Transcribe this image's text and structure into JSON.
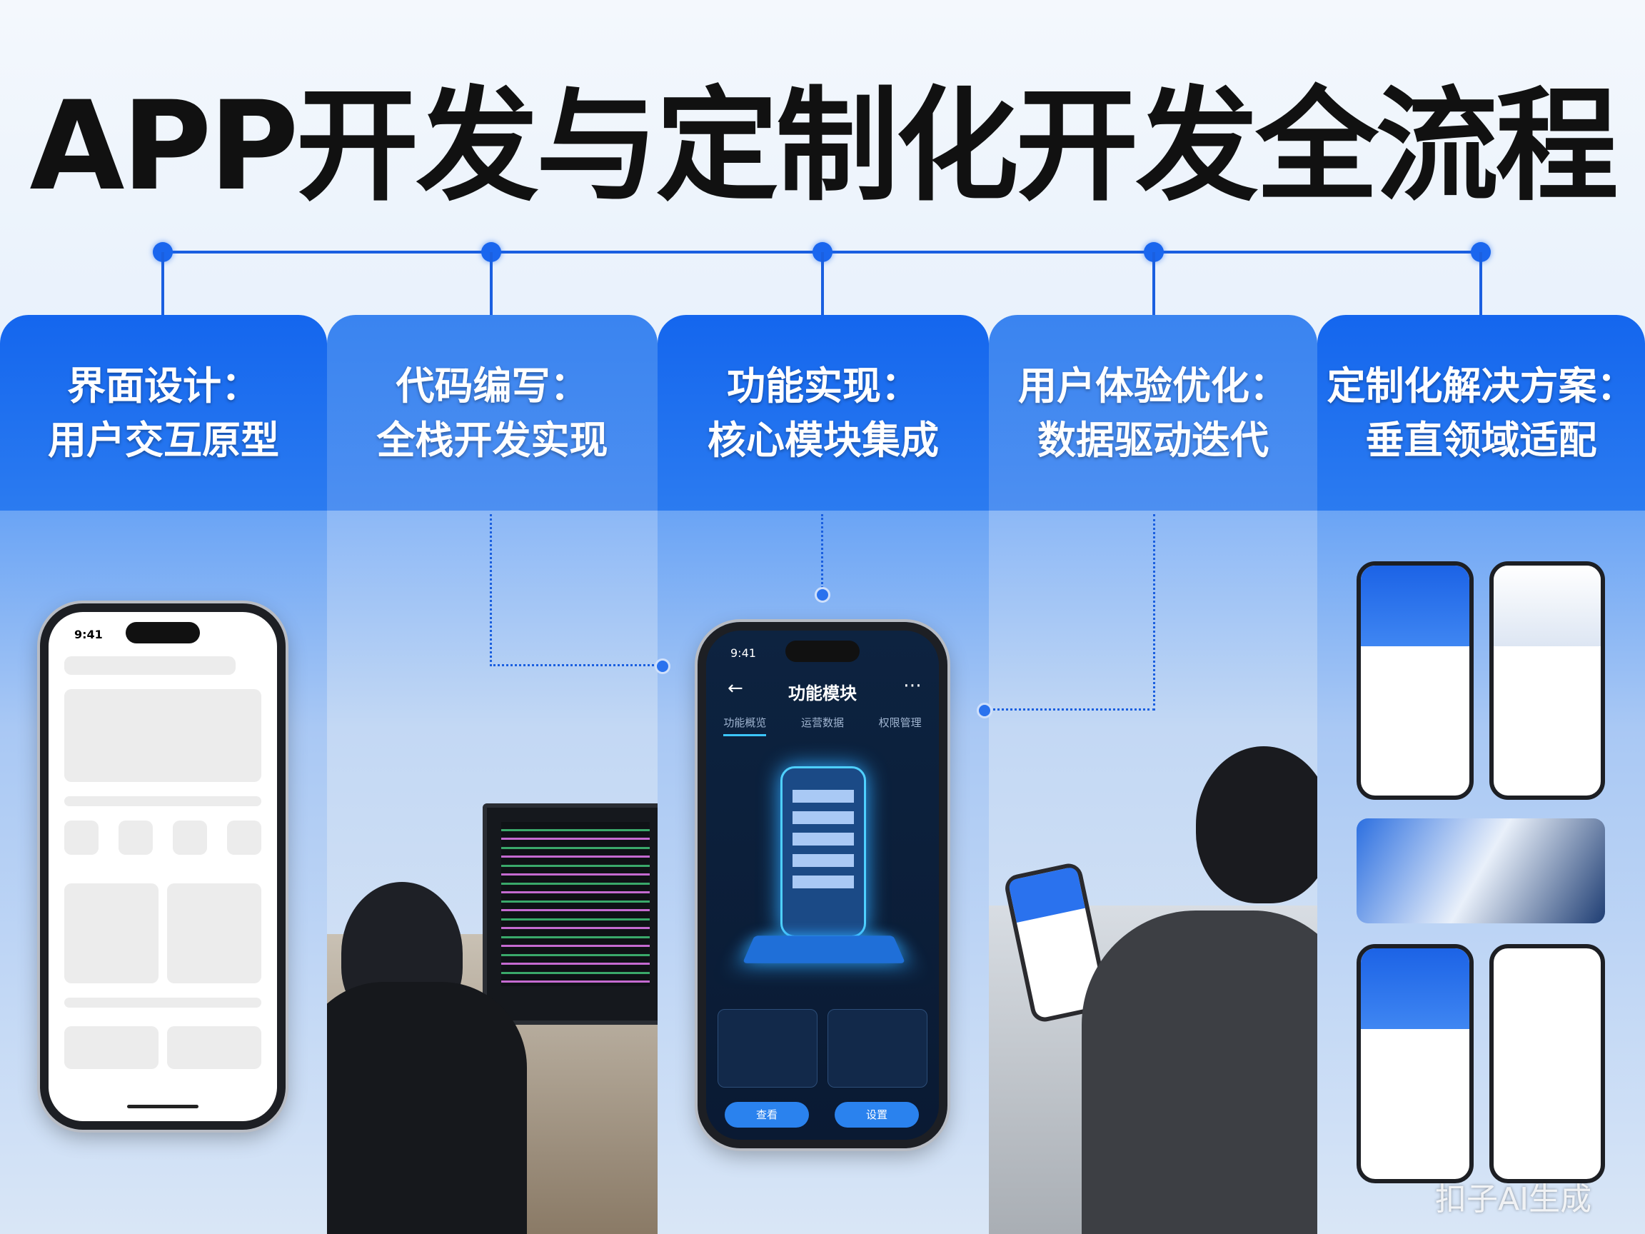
{
  "title": "APP开发与定制化开发全流程",
  "steps": [
    {
      "line1": "界面设计：",
      "line2": "用户交互原型"
    },
    {
      "line1": "代码编写：",
      "line2": "全栈开发实现"
    },
    {
      "line1": "功能实现：",
      "line2": "核心模块集成"
    },
    {
      "line1": "用户体验优化：",
      "line2": "数据驱动迭代"
    },
    {
      "line1": "定制化解决方案：",
      "line2": "垂直领域适配"
    }
  ],
  "phone1": {
    "time": "9:41"
  },
  "phone3": {
    "time": "9:41",
    "title": "功能模块",
    "tabs": [
      "功能概览",
      "运营数据",
      "权限管理"
    ],
    "btn1": "查看",
    "btn2": "设置"
  },
  "watermark": "扣子AI生成",
  "colors": {
    "accent": "#1466ee",
    "title": "#111111"
  }
}
